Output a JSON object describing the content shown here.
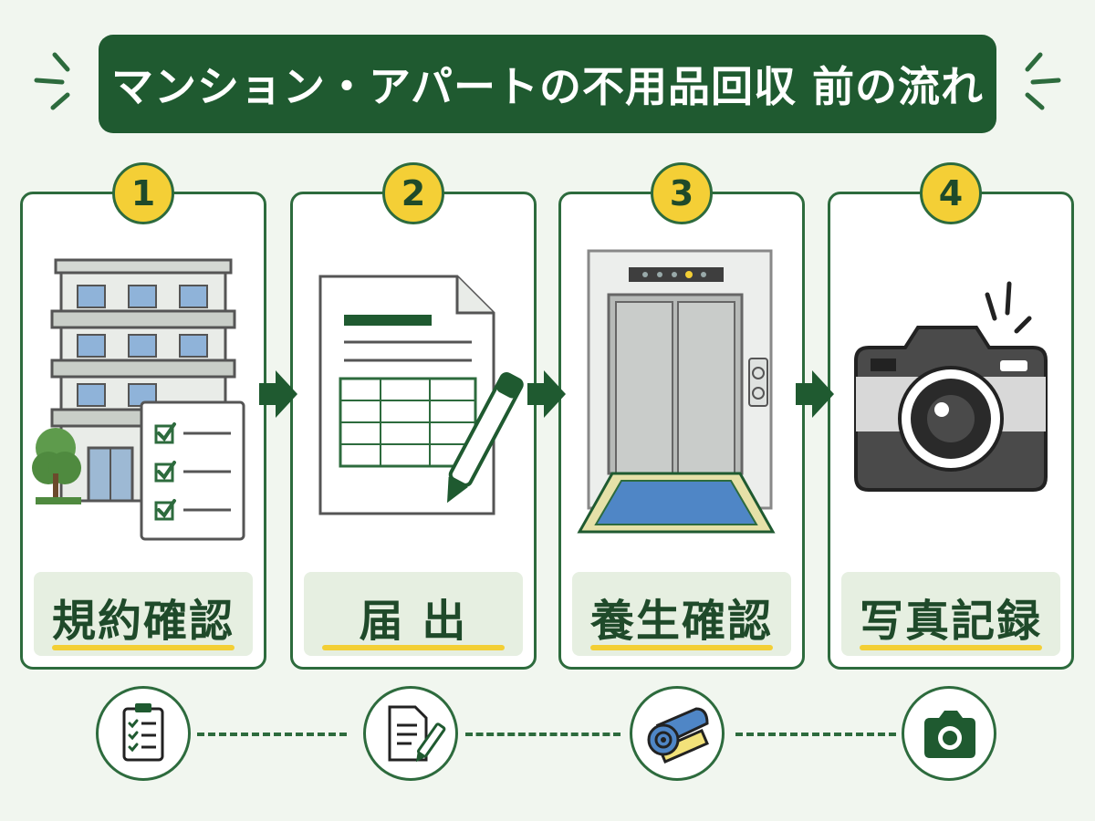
{
  "title": "マンション・アパートの不用品回収 前の流れ",
  "colors": {
    "primary": "#1f5a30",
    "accent": "#f4cf36",
    "background": "#f1f6ef"
  },
  "steps": [
    {
      "number": "1",
      "label": "規約確認",
      "illustration": "apartment-building-checklist-icon",
      "footer_icon": "clipboard-checklist-icon"
    },
    {
      "number": "2",
      "label": "届 出",
      "illustration": "document-form-pen-icon",
      "footer_icon": "document-pen-icon"
    },
    {
      "number": "3",
      "label": "養生確認",
      "illustration": "elevator-floor-protection-icon",
      "footer_icon": "rolled-mat-icon"
    },
    {
      "number": "4",
      "label": "写真記録",
      "illustration": "camera-icon",
      "footer_icon": "camera-icon"
    }
  ]
}
